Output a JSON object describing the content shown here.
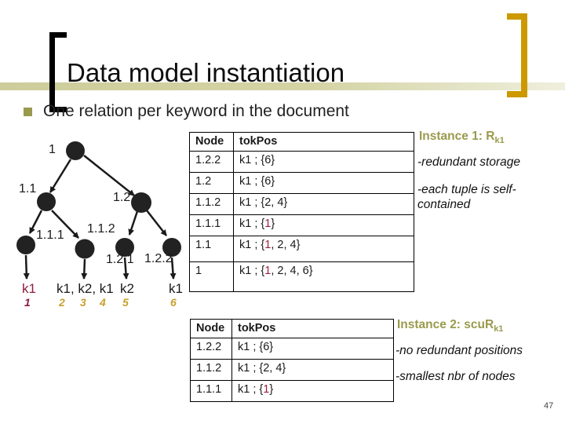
{
  "slide": {
    "title": "Data model instantiation",
    "bullet": "One relation per keyword in the document",
    "page_number": "47"
  },
  "colors": {
    "accent_olive": "#9a9a4d",
    "accent_gold_bracket": "#cc9900",
    "title_bar_khaki": "#cdcd9c",
    "maroon": "#8e1d3d",
    "gold_number": "#c8a02e",
    "tree_node_fill": "#222222",
    "table_red_value": "#a02040"
  },
  "tree": {
    "node_labels": [
      "1",
      "1.1",
      "1.2",
      "1.1.1",
      "1.1.2",
      "1.2.1",
      "1.2.2"
    ],
    "leaf_tokens": [
      {
        "text": "k1",
        "color": "maroon"
      },
      {
        "text": "k1, k2, k1",
        "color": "black"
      },
      {
        "text": "k2",
        "color": "black"
      },
      {
        "text": "k1",
        "color": "black"
      }
    ],
    "position_numbers": [
      {
        "text": "1",
        "color": "maroon"
      },
      {
        "text": "2",
        "color": "gold"
      },
      {
        "text": "3",
        "color": "gold"
      },
      {
        "text": "4",
        "color": "gold"
      },
      {
        "text": "5",
        "color": "gold"
      },
      {
        "text": "6",
        "color": "gold"
      }
    ]
  },
  "table1": {
    "headers": [
      "Node",
      "tokPos"
    ],
    "rows": [
      {
        "node": "1.2.2",
        "pos": [
          {
            "t": "k1 ; {6}"
          }
        ]
      },
      {
        "node": "1.2",
        "pos": [
          {
            "t": "k1 ; {6}"
          }
        ]
      },
      {
        "node": "1.1.2",
        "pos": [
          {
            "t": "k1 ; {2, 4}"
          }
        ]
      },
      {
        "node": "1.1.1",
        "pos": [
          {
            "t": "k1 ; {"
          },
          {
            "t": "1",
            "red": true
          },
          {
            "t": "}"
          }
        ]
      },
      {
        "node": "1.1",
        "pos": [
          {
            "t": "k1 ; {"
          },
          {
            "t": "1",
            "red": true
          },
          {
            "t": ", 2, 4}"
          }
        ]
      },
      {
        "node": "1",
        "pos": [
          {
            "t": "k1 ; {"
          },
          {
            "t": "1",
            "red": true
          },
          {
            "t": ", 2, 4, 6}"
          }
        ]
      }
    ]
  },
  "table2": {
    "headers": [
      "Node",
      "tokPos"
    ],
    "rows": [
      {
        "node": "1.2.2",
        "pos": [
          {
            "t": "k1 ; {6}"
          }
        ]
      },
      {
        "node": "1.1.2",
        "pos": [
          {
            "t": "k1 ; {2, 4}"
          }
        ]
      },
      {
        "node": "1.1.1",
        "pos": [
          {
            "t": "k1 ; {"
          },
          {
            "t": "1",
            "red": true
          },
          {
            "t": "}"
          }
        ]
      }
    ]
  },
  "instance1": {
    "heading": "Instance 1: R",
    "heading_sub": "k1",
    "notes": [
      "-redundant storage",
      "-each tuple is self-contained"
    ]
  },
  "instance2": {
    "heading": "Instance 2: scuR",
    "heading_sub": "k1",
    "notes": [
      "-no redundant positions",
      "-smallest nbr of nodes"
    ]
  }
}
